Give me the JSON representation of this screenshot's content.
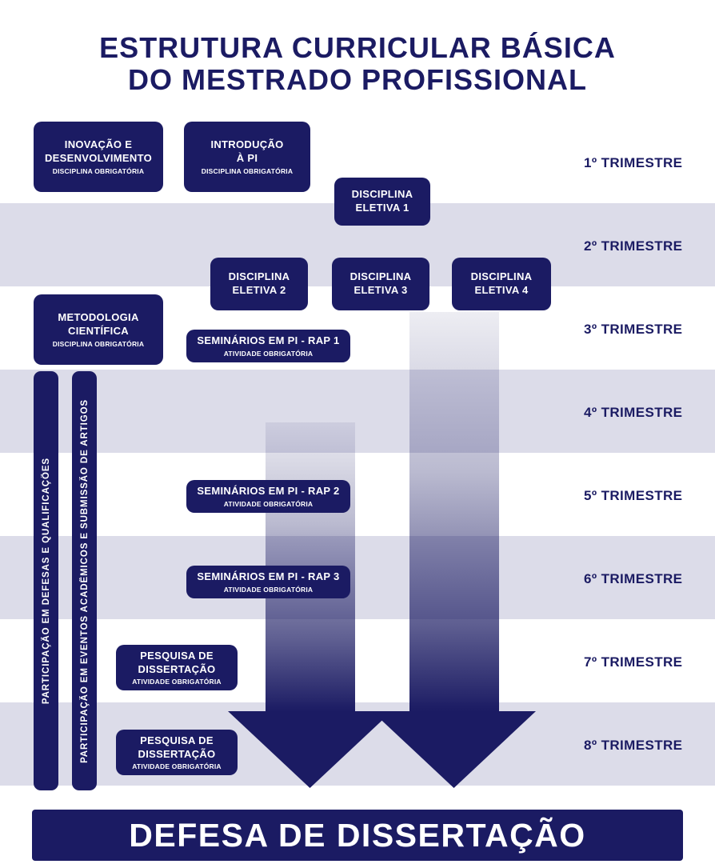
{
  "title": {
    "line1": "ESTRUTURA CURRICULAR BÁSICA",
    "line2": "DO MESTRADO PROFISSIONAL"
  },
  "trimesters": [
    {
      "label": "1º TRIMESTRE"
    },
    {
      "label": "2º TRIMESTRE"
    },
    {
      "label": "3º TRIMESTRE"
    },
    {
      "label": "4º TRIMESTRE"
    },
    {
      "label": "5º TRIMESTRE"
    },
    {
      "label": "6º TRIMESTRE"
    },
    {
      "label": "7º TRIMESTRE"
    },
    {
      "label": "8º TRIMESTRE"
    }
  ],
  "boxes": {
    "inovacao": {
      "title": "INOVAÇÃO E\nDESENVOLVIMENTO",
      "subtitle": "DISCIPLINA OBRIGATÓRIA"
    },
    "introducao": {
      "title": "INTRODUÇÃO\nÀ PI",
      "subtitle": "DISCIPLINA OBRIGATÓRIA"
    },
    "eletiva1": {
      "title": "DISCIPLINA\nELETIVA 1"
    },
    "eletiva2": {
      "title": "DISCIPLINA\nELETIVA 2"
    },
    "eletiva3": {
      "title": "DISCIPLINA\nELETIVA 3"
    },
    "eletiva4": {
      "title": "DISCIPLINA\nELETIVA 4"
    },
    "metodologia": {
      "title": "METODOLOGIA\nCIENTÍFICA",
      "subtitle": "DISCIPLINA OBRIGATÓRIA"
    },
    "rap1": {
      "title": "SEMINÁRIOS EM PI - RAP 1",
      "subtitle": "ATIVIDADE OBRIGATÓRIA"
    },
    "rap2": {
      "title": "SEMINÁRIOS EM PI - RAP 2",
      "subtitle": "ATIVIDADE OBRIGATÓRIA"
    },
    "rap3": {
      "title": "SEMINÁRIOS EM PI - RAP 3",
      "subtitle": "ATIVIDADE OBRIGATÓRIA"
    },
    "pesquisa7": {
      "title": "PESQUISA DE\nDISSERTAÇÃO",
      "subtitle": "ATIVIDADE OBRIGATÓRIA"
    },
    "pesquisa8": {
      "title": "PESQUISA DE\nDISSERTAÇÃO",
      "subtitle": "ATIVIDADE OBRIGATÓRIA"
    }
  },
  "side_bars": {
    "defesas": {
      "label": "PARTICIPAÇÃO EM DEFESAS E QUALIFICAÇÕES"
    },
    "eventos": {
      "label": "PARTICIPAÇÃO EM EVENTOS ACADÊMICOS E SUBMISSÃO DE ARTIGOS"
    }
  },
  "footer": {
    "label": "DEFESA DE DISSERTAÇÃO"
  },
  "colors": {
    "navy": "#1b1b63",
    "band": "#dcdce9",
    "background": "#ffffff"
  }
}
